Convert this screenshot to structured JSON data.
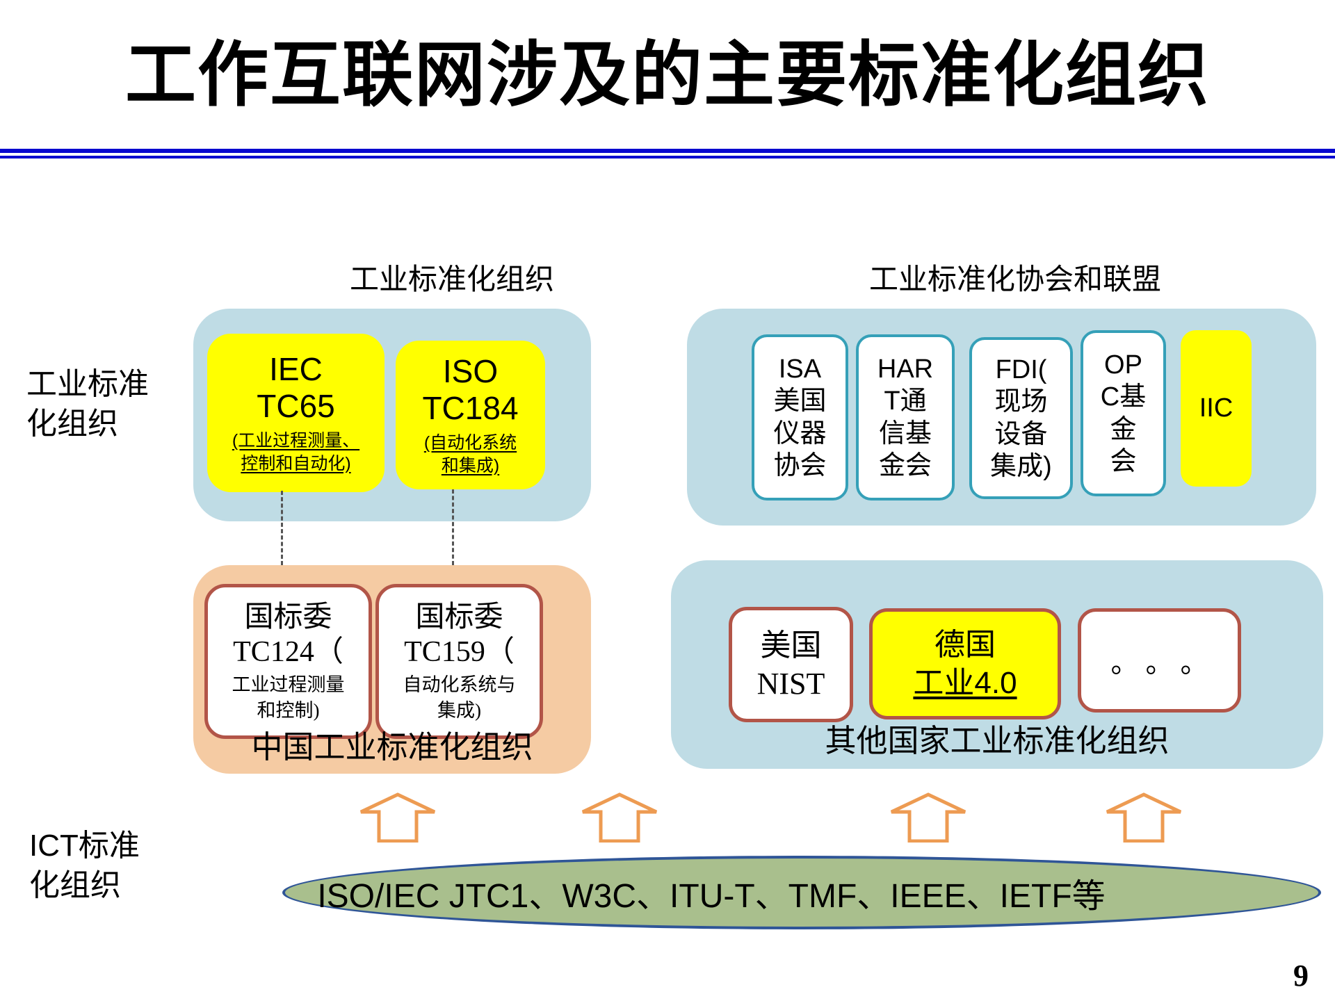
{
  "title": "工作互联网涉及的主要标准化组织",
  "page_number": "9",
  "side_labels": {
    "industrial": "工业标准\n化组织",
    "ict": "ICT标准\n化组织"
  },
  "headers": {
    "left": "工业标准化组织",
    "right": "工业标准化协会和联盟"
  },
  "intl": {
    "iec_title": "IEC\nTC65",
    "iec_subtitle": "(工业过程测量、\n控制和自动化)",
    "iso_title": "ISO\nTC184",
    "iso_subtitle": "(自动化系统\n和集成)"
  },
  "assoc": {
    "items": [
      {
        "label": "ISA\n美国\n仪器\n协会"
      },
      {
        "label": "HAR\nT通\n信基\n金会"
      },
      {
        "label": "FDI(\n现场\n设备\n集成)"
      },
      {
        "label": "OP\nC基\n金\n会"
      },
      {
        "label": "IIC"
      }
    ]
  },
  "china": {
    "tc124_title": "国标委\nTC124（",
    "tc124_body": "工业过程测量\n和控制)",
    "tc159_title": "国标委\nTC159（",
    "tc159_body": "自动化系统与\n集成)",
    "caption": "中国工业标准化组织"
  },
  "other": {
    "nist": "美国\nNIST",
    "germany_line1": "德国",
    "germany_line2": "工业4.0",
    "dots": "。。。",
    "caption": "其他国家工业标准化组织"
  },
  "ellipse": {
    "text": "ISO/IEC JTC1、W3C、ITU-T、TMF、IEEE、IETF等"
  },
  "colors": {
    "title_rule_blue": "#0707CF",
    "panel_blue": "#BFDCE5",
    "panel_orange": "#F5CBA3",
    "highlight_yellow": "#FFFF00",
    "teal_border": "#35A0B8",
    "red_border": "#B25548",
    "arrow_orange": "#ED9B52",
    "ellipse_fill": "#A9BF8D",
    "ellipse_border": "#2F5597"
  }
}
